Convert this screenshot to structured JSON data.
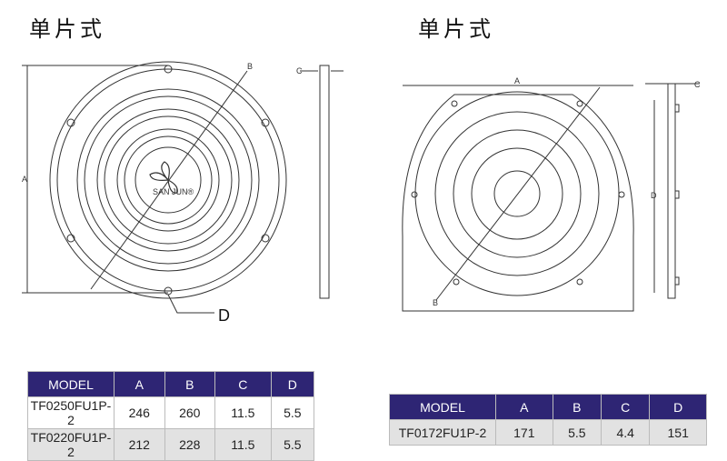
{
  "left": {
    "title": "单片式",
    "logo": "SAN JUN®",
    "dims": {
      "a": "A",
      "b": "B",
      "c": "C",
      "d": "D"
    }
  },
  "right": {
    "title": "单片式",
    "dims": {
      "a": "A",
      "b": "B",
      "c": "C",
      "d": "D"
    }
  },
  "table_left": {
    "headers": [
      "MODEL",
      "A",
      "B",
      "C",
      "D"
    ],
    "rows": [
      [
        "TF0250FU1P-2",
        "246",
        "260",
        "11.5",
        "5.5"
      ],
      [
        "TF0220FU1P-2",
        "212",
        "228",
        "11.5",
        "5.5"
      ]
    ]
  },
  "table_right": {
    "headers": [
      "MODEL",
      "A",
      "B",
      "C",
      "D"
    ],
    "rows": [
      [
        "TF0172FU1P-2",
        "171",
        "5.5",
        "4.4",
        "151"
      ]
    ]
  },
  "colors": {
    "header": "#2e2574",
    "alt_row": "#e2e2e2"
  }
}
